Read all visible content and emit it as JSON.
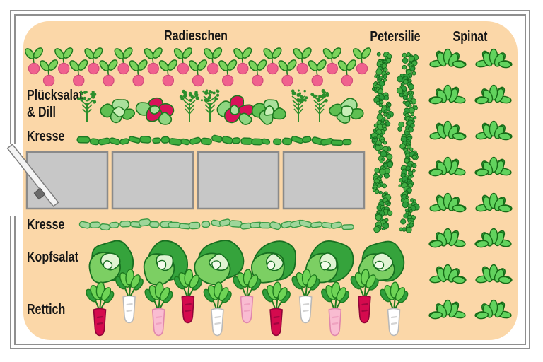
{
  "diagram": {
    "type": "garden-bed-planting-plan",
    "background_color": "#ffffff",
    "bed_color": "#fbd7a8",
    "frame_color": "#8f8f8f"
  },
  "titles": {
    "radieschen": "Radieschen",
    "petersilie": "Petersilie",
    "spinat": "Spinat"
  },
  "row_labels": {
    "pluecksalat_line1": "Plücksalat",
    "pluecksalat_line2": "& Dill",
    "kresse_top": "Kresse",
    "kresse_bottom": "Kresse",
    "kopfsalat": "Kopfsalat",
    "rettich": "Rettich"
  },
  "plantings": {
    "radieschen_row": {
      "plant": "radish",
      "count": 23,
      "bulb_color": "#f0618e"
    },
    "pluecksalat_dill_row": {
      "sequence": [
        "dill",
        "lettuce-green",
        "lettuce-red",
        "dill",
        "dill",
        "lettuce-red",
        "lettuce-green",
        "dill",
        "dill",
        "lettuce-green"
      ]
    },
    "kresse_row_top": {
      "plant": "cress",
      "segments": 27,
      "color": "#3fae3e",
      "outline": "#1c7a24"
    },
    "stepping_stones": {
      "count": 4,
      "color": "#c7c7c7",
      "border_color": "#8a8a8a"
    },
    "kresse_row_bottom": {
      "plant": "cress",
      "segments": 27,
      "color": "#9ed69a",
      "outline": "#3a9a44"
    },
    "kopfsalat_row": {
      "plant": "head-lettuce",
      "count": 6
    },
    "rettich_row": {
      "plant": "winter-radish",
      "root_colors": [
        "red",
        "white",
        "pink",
        "red",
        "white",
        "pink",
        "red",
        "white",
        "pink",
        "red",
        "white"
      ]
    },
    "petersilie_columns": {
      "plant": "parsley",
      "count": 2
    },
    "spinat_grid": {
      "plant": "spinach",
      "rows": 8,
      "columns": 2
    }
  },
  "tool": {
    "name": "planting-stick"
  }
}
